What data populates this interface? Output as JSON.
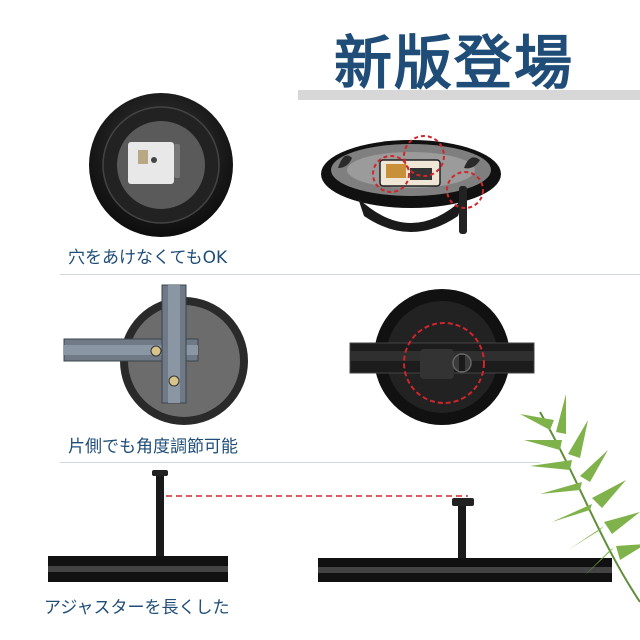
{
  "header": {
    "title": "新版登場"
  },
  "sections": [
    {
      "caption": "穴をあけなくてもOK"
    },
    {
      "caption": "片側でも角度調節可能"
    },
    {
      "caption": "アジャスターを長くした"
    }
  ],
  "colors": {
    "title_text": "#1f4d78",
    "caption_text": "#1f4d78",
    "product_black": "#1a1a1a",
    "guide_red": "#d0262b",
    "title_underbar": "#d7d7d7"
  }
}
